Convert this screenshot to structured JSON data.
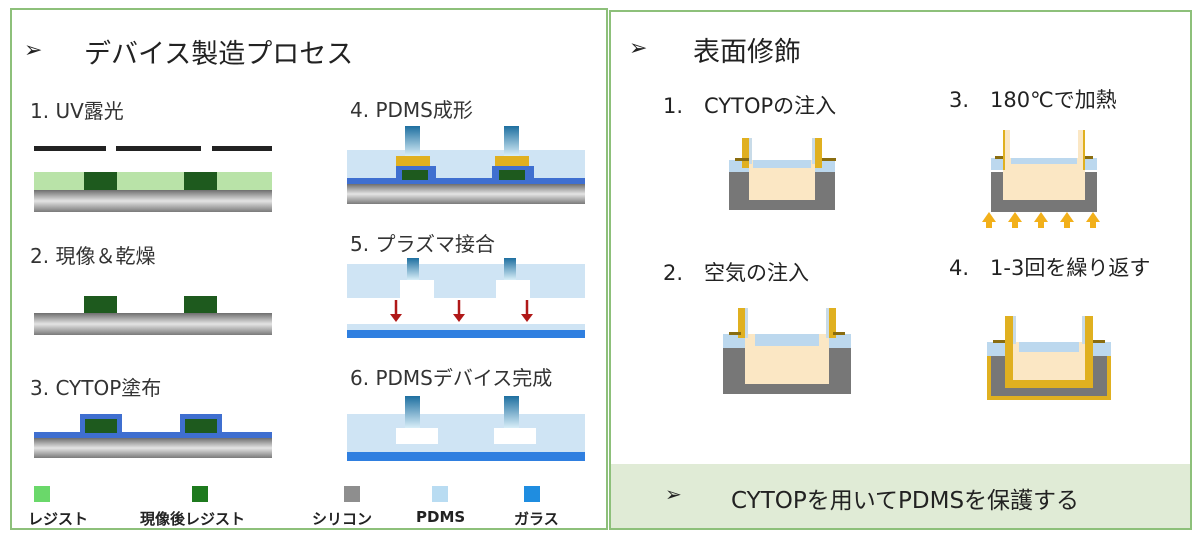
{
  "left": {
    "title": "デバイス製造プロセス",
    "steps": [
      {
        "label": "1. UV露光"
      },
      {
        "label": "2. 現像＆乾燥"
      },
      {
        "label": "3. CYTOP塗布"
      },
      {
        "label": "4. PDMS成形"
      },
      {
        "label": "5. プラズマ接合"
      },
      {
        "label": "6. PDMSデバイス完成"
      }
    ],
    "legend": [
      {
        "label": "レジスト",
        "color": "#6ad86a"
      },
      {
        "label": "現像後レジスト",
        "color": "#1e7a1e"
      },
      {
        "label": "シリコン",
        "color": "#8e8e8e"
      },
      {
        "label": "PDMS",
        "color": "#b9dcf2"
      },
      {
        "label": "ガラス",
        "color": "#1f8de0"
      }
    ]
  },
  "right": {
    "title": "表面修飾",
    "steps": [
      {
        "label": "1.　CYTOPの注入"
      },
      {
        "label": "2.　空気の注入"
      },
      {
        "label": "3.　180℃で加熱"
      },
      {
        "label": "4.　1-3回を繰り返す"
      }
    ],
    "footer": "CYTOPを用いてPDMSを保護する"
  },
  "bullet_glyph": "➢",
  "colors": {
    "panel_border": "#8dc07a",
    "footer_bg": "#e0ebd6",
    "resist": "#b9e3a8",
    "developed_resist": "#1e5a1e",
    "cytop": "#3f6fd0",
    "pdms": "#cfe4f4",
    "glass": "#2f7fe0",
    "gold": "#e0b020",
    "arrow": "#b01818"
  }
}
